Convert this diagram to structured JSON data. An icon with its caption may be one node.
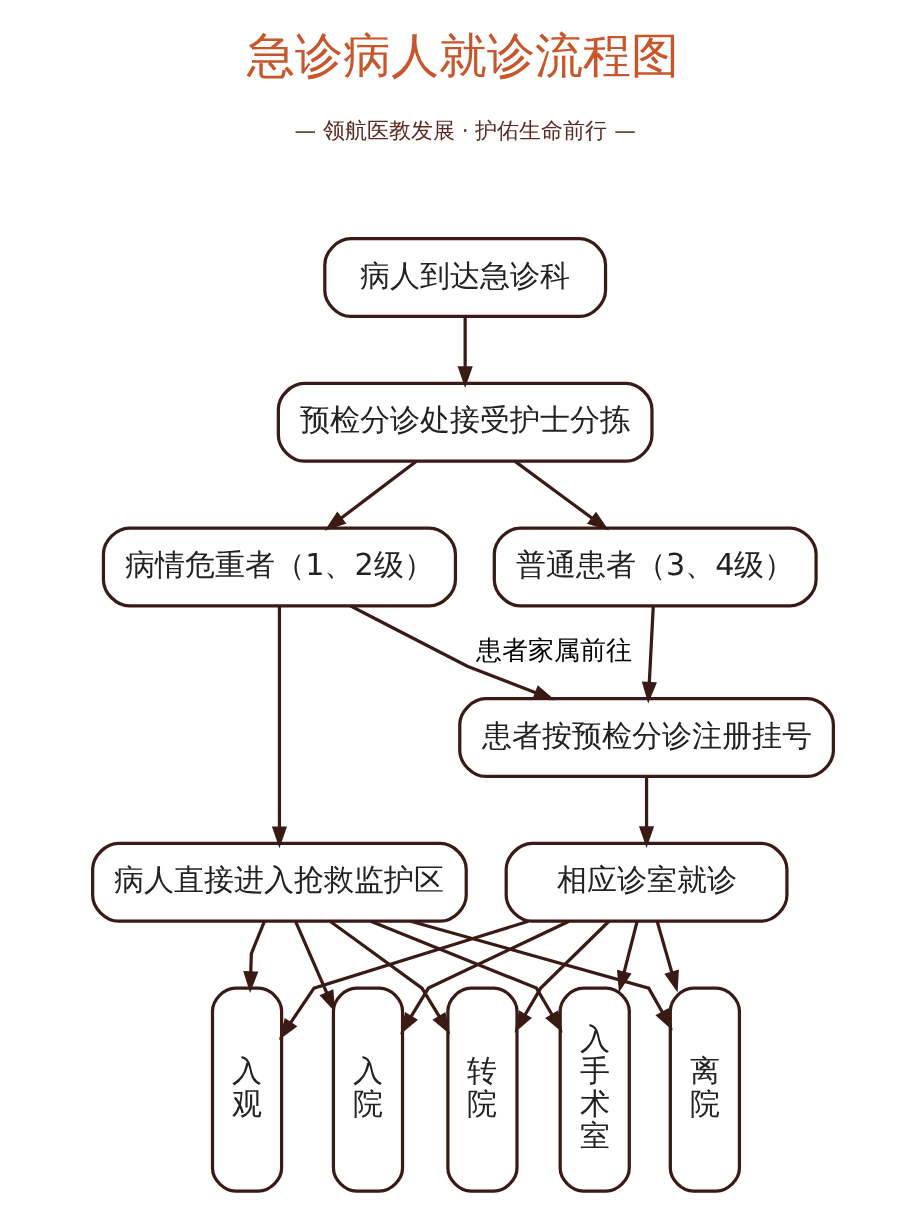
{
  "diagram": {
    "title": "急诊病人就诊流程图",
    "nodes": [
      {
        "text": [
          "病人到达急诊科"
        ]
      },
      {
        "text": [
          "预检分诊处接受护士分拣"
        ]
      },
      {
        "text": [
          "病情危重者（1、2级）"
        ]
      },
      {
        "text": [
          "普通患者（3、4级）"
        ]
      },
      {
        "text": [
          "患者按预检分诊注册挂号"
        ]
      },
      {
        "text": [
          "病人直接进入抢救监护区"
        ]
      },
      {
        "text": [
          "相应诊室就诊"
        ]
      },
      {
        "text": [
          "入观"
        ]
      },
      {
        "text": [
          "入院"
        ]
      },
      {
        "text": [
          "转院"
        ]
      },
      {
        "text": [
          "入手术室"
        ]
      },
      {
        "text": [
          "离院"
        ]
      }
    ],
    "edges": [
      {
        "from": 0,
        "to": 1,
        "arrow": "to"
      },
      {
        "from": 1,
        "to": 2,
        "arrow": "to"
      },
      {
        "from": 1,
        "to": 3,
        "arrow": "to"
      },
      {
        "from": 2,
        "to": 5,
        "arrow": "to"
      },
      {
        "from": 2,
        "to": 4,
        "arrow": "to",
        "label": "患者家属前往"
      },
      {
        "from": 3,
        "to": 4,
        "arrow": "to"
      },
      {
        "from": 4,
        "to": 6,
        "arrow": "to"
      },
      {
        "from": 5,
        "to": 7,
        "arrow": "to"
      },
      {
        "from": 5,
        "to": 8,
        "arrow": "to"
      },
      {
        "from": 5,
        "to": 9,
        "arrow": "to"
      },
      {
        "from": 5,
        "to": 10,
        "arrow": "to"
      },
      {
        "from": 5,
        "to": 11,
        "arrow": "to"
      },
      {
        "from": 6,
        "to": 7,
        "arrow": "to"
      },
      {
        "from": 6,
        "to": 8,
        "arrow": "to"
      },
      {
        "from": 6,
        "to": 9,
        "arrow": "to"
      },
      {
        "from": 6,
        "to": 10,
        "arrow": "to"
      },
      {
        "from": 6,
        "to": 11,
        "arrow": "to"
      }
    ],
    "labels": [
      "— 领航医教发展 · 护佑生命前行 —"
    ]
  }
}
